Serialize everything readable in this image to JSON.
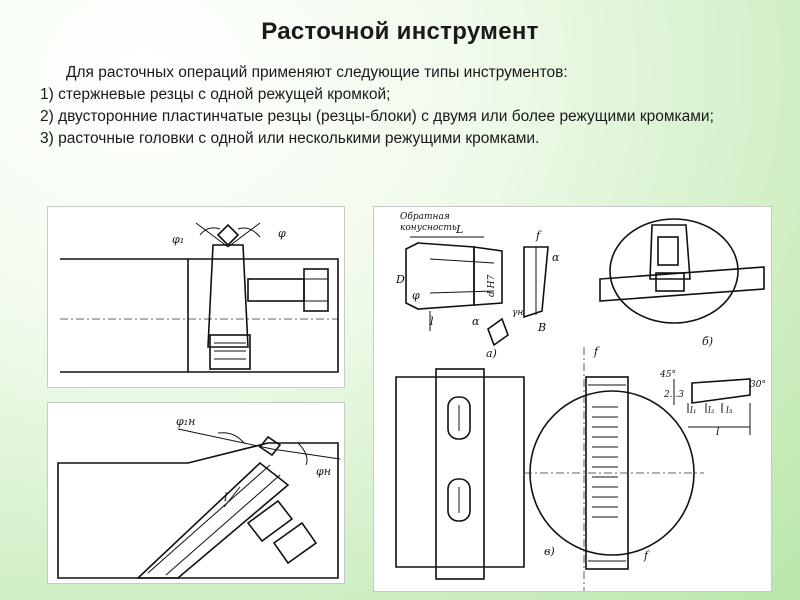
{
  "title": "Расточной инструмент",
  "intro": "Для расточных операций применяют следующие типы инструментов:",
  "items": [
    "1) стержневые резцы с одной режущей кромкой;",
    "2) двусторонние пластинчатые резцы (резцы-блоки) с двумя или более режущими кромками;",
    "3) расточные головки с одной или несколькими режущими кромками."
  ],
  "drawings": {
    "top_left": {
      "phi1": "φ₁",
      "phi": "φ"
    },
    "bottom_left": {
      "phi1n": "φ₁н",
      "phin": "φн",
      "l": "l"
    },
    "right": {
      "reverse_taper": "Обратная",
      "reverse_taper2": "конусность",
      "L": "L",
      "D": "D",
      "dH7": "d H7",
      "phi": "φ",
      "l": "l",
      "alpha": "α",
      "gammaN": "γн",
      "B": "B",
      "f": "f",
      "alpha2": "α",
      "a": "а)",
      "b": "б)",
      "v": "в)",
      "deg45": "45°",
      "deg30": "30°",
      "dim23": "2...3",
      "l1": "l₁",
      "l2": "l₂",
      "l3": "l₃",
      "l_big": "l",
      "f2": "f",
      "f3": "f"
    }
  }
}
